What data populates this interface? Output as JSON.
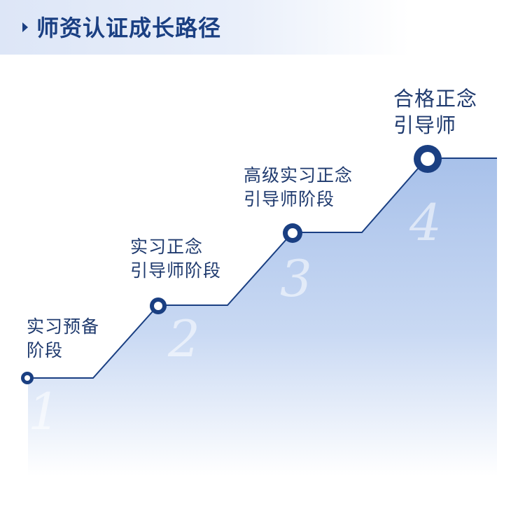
{
  "header": {
    "title": "师资认证成长路径",
    "arrow_icon": "caret-right-icon"
  },
  "colors": {
    "accent": "#1a3f82",
    "area_top": "#a9c2ea",
    "line": "#1a3f82"
  },
  "stages": [
    {
      "number": "1",
      "label_lines": [
        "实习预备",
        "阶段"
      ]
    },
    {
      "number": "2",
      "label_lines": [
        "实习正念",
        "引导师阶段"
      ]
    },
    {
      "number": "3",
      "label_lines": [
        "高级实习正念",
        "引导师阶段"
      ]
    },
    {
      "number": "4",
      "label_lines": [
        "合格正念",
        "引导师"
      ]
    }
  ]
}
